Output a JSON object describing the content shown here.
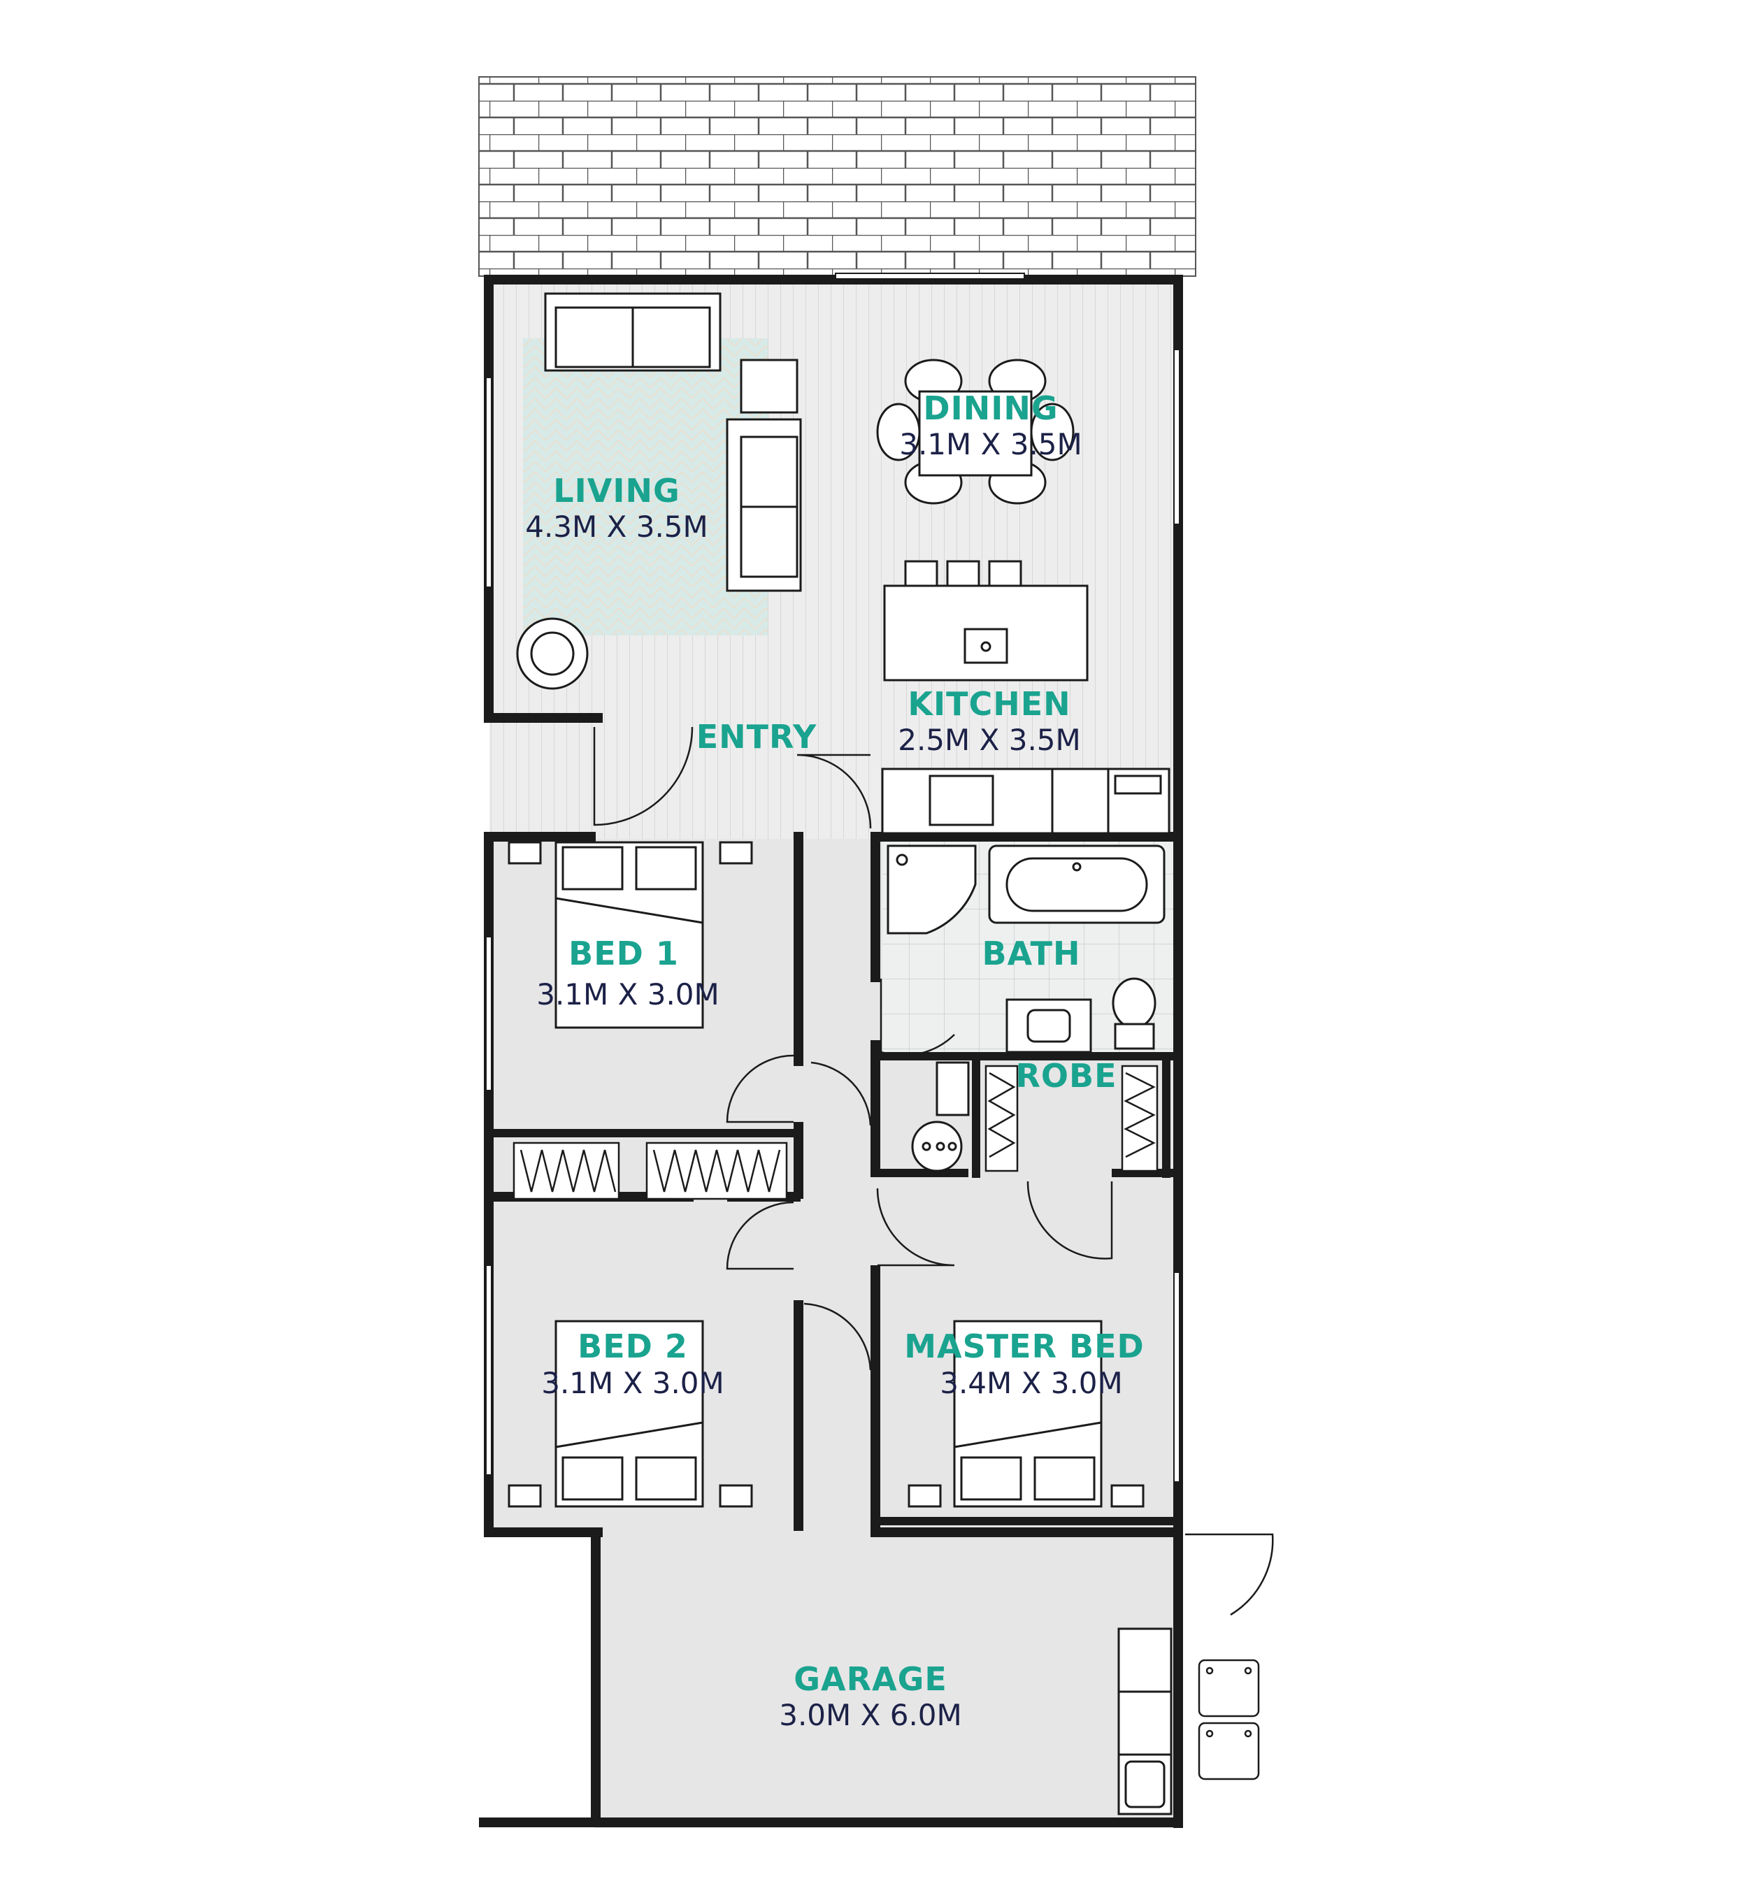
{
  "colors": {
    "accent": "#1aa38f",
    "dimension_text": "#1c2147",
    "wall": "#1b1b1b",
    "room_fill": "#e6e6e7",
    "timber_floor": "#ededed",
    "tile": "#eef0f0",
    "rug": "#d7eae8"
  },
  "rooms": {
    "living": {
      "name": "LIVING",
      "size": "4.3M X 3.5M"
    },
    "dining": {
      "name": "DINING",
      "size": "3.1M X 3.5M"
    },
    "kitchen": {
      "name": "KITCHEN",
      "size": "2.5M X 3.5M"
    },
    "entry": {
      "name": "ENTRY"
    },
    "bed1": {
      "name": "BED 1",
      "size": "3.1M X 3.0M"
    },
    "bath": {
      "name": "BATH"
    },
    "robe": {
      "name": "ROBE"
    },
    "bed2": {
      "name": "BED 2",
      "size": "3.1M X 3.0M"
    },
    "master": {
      "name": "MASTER BED",
      "size": "3.4M X 3.0M"
    },
    "garage": {
      "name": "GARAGE",
      "size": "3.0M X 6.0M"
    }
  }
}
